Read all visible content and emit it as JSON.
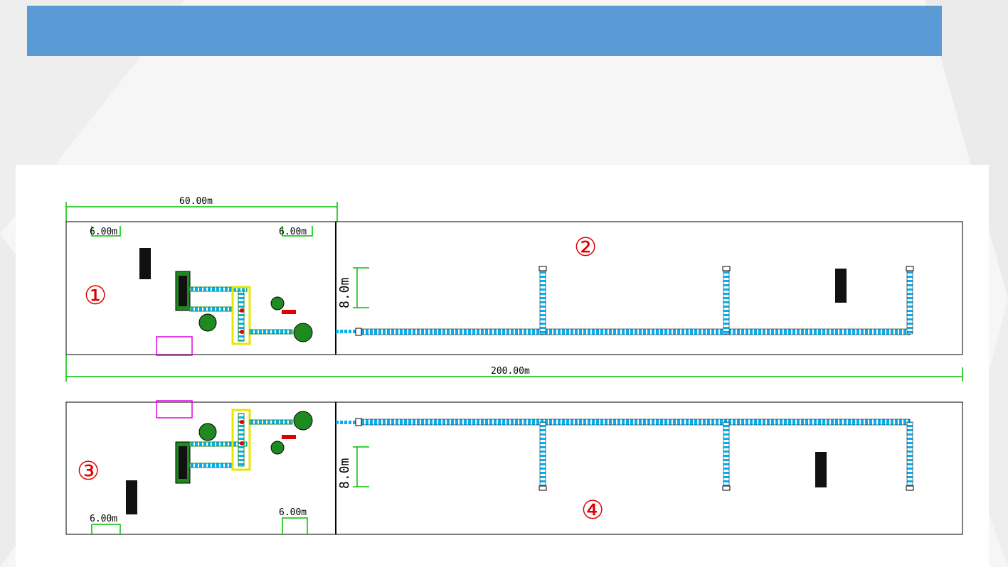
{
  "title": "",
  "description": "",
  "diagram": {
    "top_total_dim": "60.00m",
    "overall_length": "200.00m",
    "top": {
      "dim_left": "6.00m",
      "dim_right": "6.00m",
      "power_config": "",
      "workshop_label": "",
      "control_room": "",
      "storage_label": "",
      "conveyor_note": "",
      "marker_a": "①",
      "marker_b": "②",
      "vertical_dim": "8.0m",
      "forklift": ""
    },
    "bottom": {
      "dim_left": "6.00m",
      "dim_right": "6.00m",
      "power_config": "",
      "control_room": "",
      "storage_label": "",
      "conveyor_note": "",
      "marker_a": "③",
      "marker_b": "④",
      "vertical_dim": "8.0m",
      "forklift": ""
    }
  },
  "colors": {
    "title_bar": "#5b9bd5",
    "dimension": "#00c000",
    "equipment": "#1f8a1f",
    "conveyor": "#00b0f0",
    "marker": "#e00000",
    "control_room": "#e000e0",
    "highlight_frame": "#e6e600"
  }
}
